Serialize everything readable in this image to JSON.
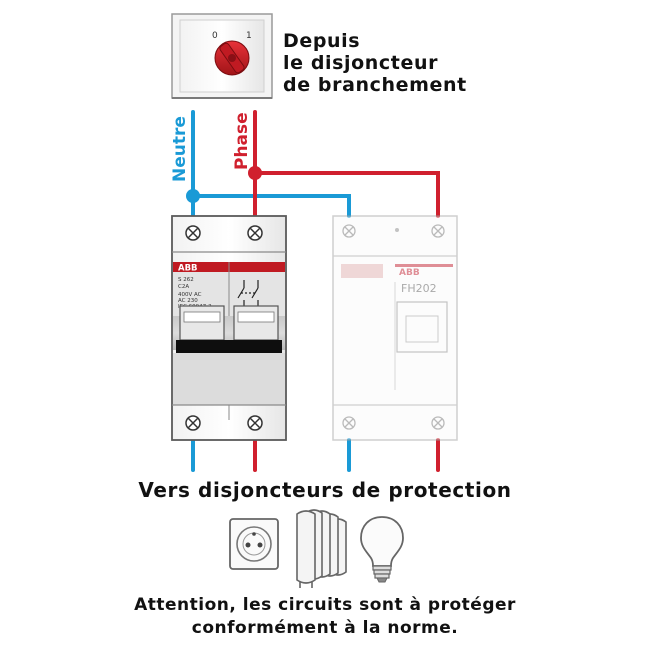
{
  "source": {
    "lines": [
      "Depuis",
      "le disjoncteur",
      "de branchement"
    ]
  },
  "switch": {
    "pos_off": "0",
    "pos_on": "1"
  },
  "wires": {
    "neutral_label": "Neutre",
    "phase_label": "Phase",
    "neutral_color": "#1a9ad6",
    "phase_color": "#d0202e"
  },
  "breaker_main": {
    "brand": "ABB",
    "spec_lines": [
      "S 262",
      "C2A",
      "400V AC",
      "AC 230",
      "IEC 60947-2"
    ]
  },
  "breaker_ghost": {
    "brand": "ABB",
    "model": "FH202"
  },
  "protection_label": "Vers disjoncteurs de protection",
  "appliance_icons": [
    "socket-icon",
    "radiator-icon",
    "light-bulb-icon"
  ],
  "warning": {
    "lines": [
      "Attention, les circuits sont à protéger",
      "conformément à la norme."
    ]
  }
}
